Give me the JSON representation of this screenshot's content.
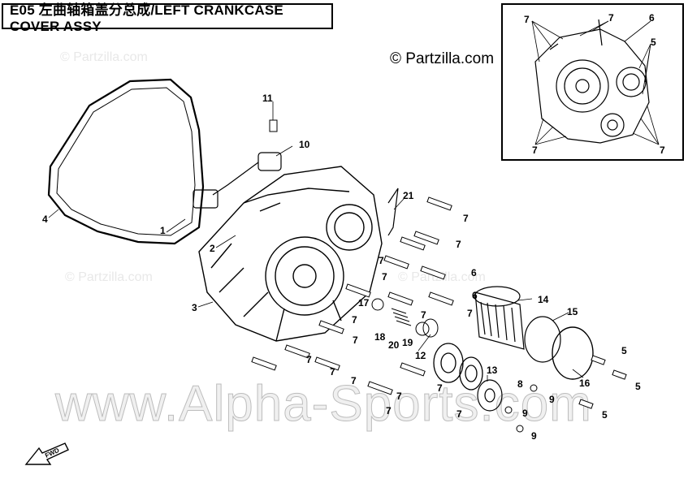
{
  "title": "E05 左曲轴箱盖分总成/LEFT CRANKCASE COVER  ASSY",
  "copyright": "© Partzilla.com",
  "watermarks": {
    "partzilla": "© Partzilla.com",
    "alpha": "www.Alpha-Sports.com"
  },
  "fwd_label": "FWD",
  "callouts": [
    "1",
    "2",
    "3",
    "4",
    "5",
    "6",
    "7",
    "8",
    "9",
    "10",
    "11",
    "12",
    "13",
    "14",
    "15",
    "16",
    "17",
    "18",
    "19",
    "20",
    "21"
  ],
  "inset_callouts": [
    "7",
    "7",
    "6",
    "5",
    "7",
    "7"
  ],
  "colors": {
    "line": "#000000",
    "background": "#ffffff",
    "watermark": "#d8d8d8"
  }
}
